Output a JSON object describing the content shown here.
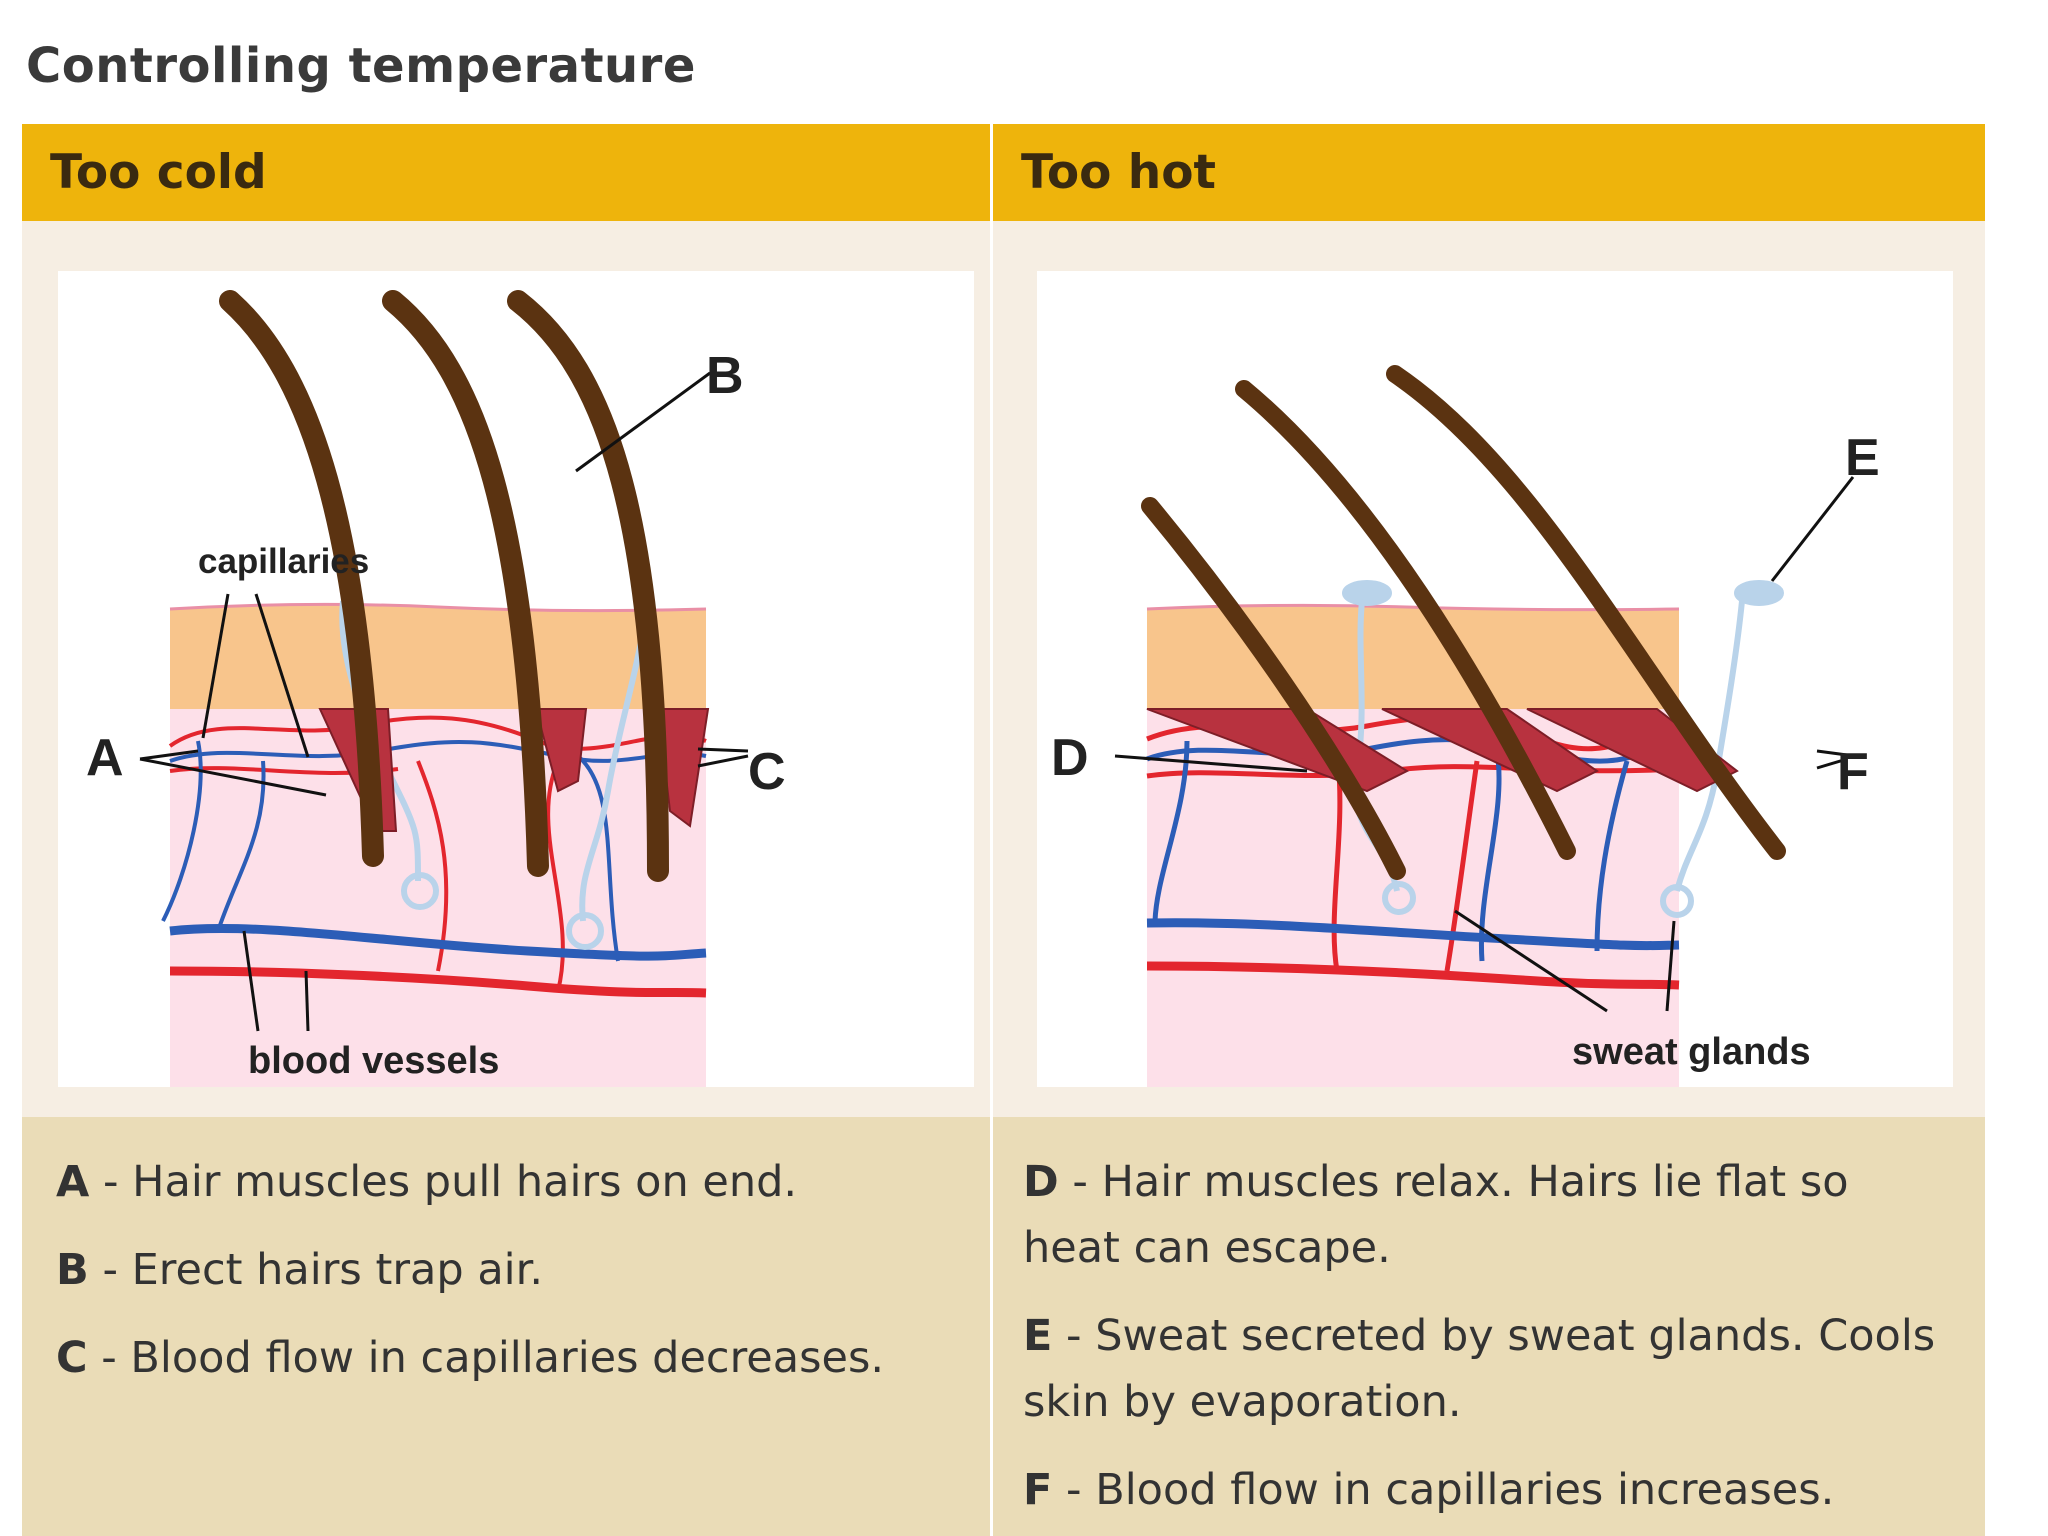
{
  "title": "Controlling temperature",
  "columns": {
    "cold": {
      "header": "Too cold",
      "diagram_labels": {
        "capillaries": "capillaries",
        "blood_vessels": "blood vessels",
        "A": "A",
        "B": "B",
        "C": "C"
      },
      "items": [
        {
          "key": "A",
          "sep": " - ",
          "text": "Hair muscles pull hairs on end."
        },
        {
          "key": "B",
          "sep": " - ",
          "text": "Erect hairs trap air."
        },
        {
          "key": "C",
          "sep": " - ",
          "text": "Blood flow in capillaries decreases."
        }
      ]
    },
    "hot": {
      "header": "Too hot",
      "diagram_labels": {
        "sweat_glands": "sweat glands",
        "D": "D",
        "E": "E",
        "F": "F"
      },
      "items": [
        {
          "key": "D",
          "sep": " - ",
          "text": "Hair muscles relax. Hairs lie flat so heat can escape."
        },
        {
          "key": "E",
          "sep": " - ",
          "text": "Sweat secreted by sweat glands. Cools skin by evaporation."
        },
        {
          "key": "F",
          "sep": " - ",
          "text": "Blood flow in capillaries increases."
        }
      ]
    }
  },
  "colors": {
    "header": "#eeb40c",
    "image_cell": "#f6eee3",
    "text_cell": "#eadcb7",
    "epidermis": "#f8c58c",
    "dermis": "#fde0e9",
    "hair": "#5b3311",
    "muscle": "#b8323f",
    "artery": "#e3262e",
    "vein": "#2c5db7",
    "sweat_gland": "#b9d3ea"
  }
}
